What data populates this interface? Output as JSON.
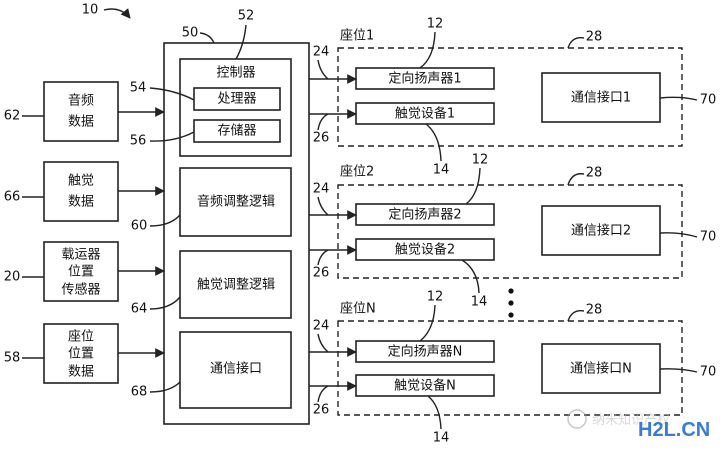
{
  "refs": {
    "system": "10",
    "main_box": "50",
    "controller": "52",
    "processor": "54",
    "memory": "56",
    "audio_in": "62",
    "haptic_in": "66",
    "vehicle_sensor": "20",
    "seat_pos": "58",
    "audio_logic": "60",
    "haptic_logic": "64",
    "comm": "68",
    "speaker_line": "24",
    "haptic_line": "26",
    "speaker": "12",
    "haptic_dev": "14",
    "seat_group": "28",
    "seat_comm": "70"
  },
  "inputs": {
    "audio": [
      "音频",
      "数据"
    ],
    "haptic": [
      "触觉",
      "数据"
    ],
    "vehicle": [
      "载运器",
      "位置",
      "传感器"
    ],
    "seat": [
      "座位",
      "位置",
      "数据"
    ]
  },
  "main": {
    "controller": "控制器",
    "processor": "处理器",
    "memory": "存储器",
    "audio_logic": "音频调整逻辑",
    "haptic_logic": "触觉调整逻辑",
    "comm": "通信接口"
  },
  "seats": [
    {
      "title": "座位1",
      "speaker": "定向扬声器1",
      "haptic": "触觉设备1",
      "comm": "通信接口1"
    },
    {
      "title": "座位2",
      "speaker": "定向扬声器2",
      "haptic": "触觉设备2",
      "comm": "通信接口2"
    },
    {
      "title": "座位N",
      "speaker": "定向扬声器N",
      "haptic": "触觉设备N",
      "comm": "通信接口N"
    }
  ],
  "watermark": {
    "cn": "纳米知识产权",
    "logo": "H2L.CN"
  }
}
